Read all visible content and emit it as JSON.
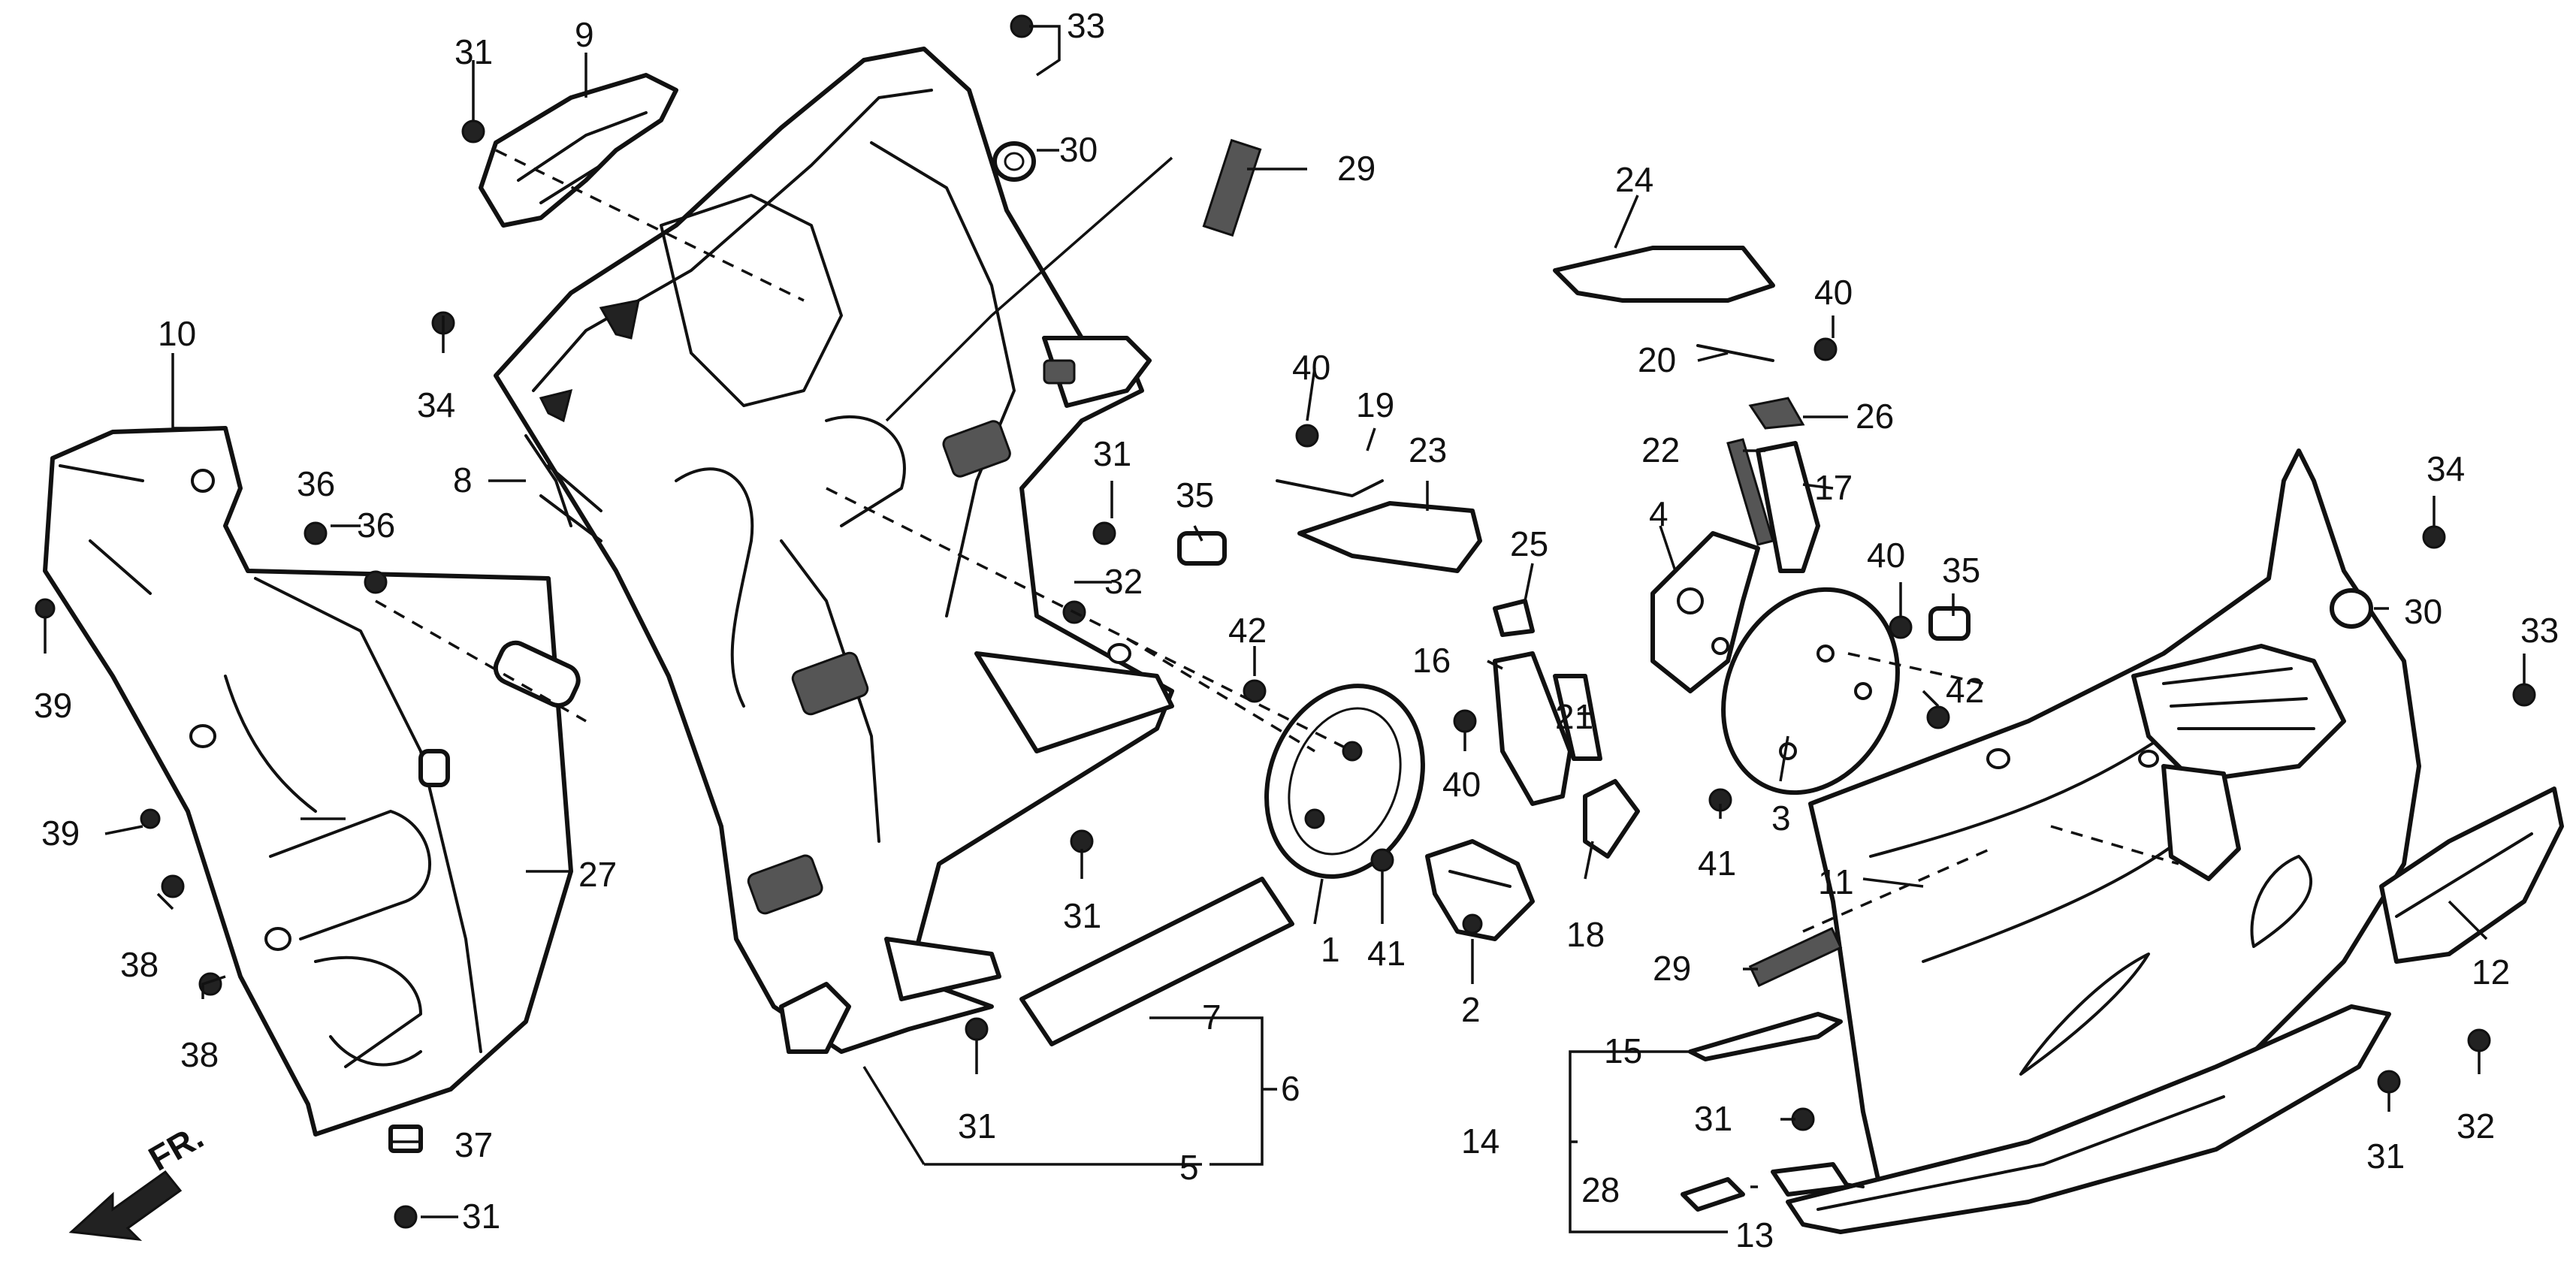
{
  "labels": {
    "l1": "1",
    "l2": "2",
    "l3": "3",
    "l4": "4",
    "l5": "5",
    "l6": "6",
    "l7": "7",
    "l8": "8",
    "l9": "9",
    "l10": "10",
    "l11": "11",
    "l12": "12",
    "l13": "13",
    "l14": "14",
    "l15": "15",
    "l16": "16",
    "l17": "17",
    "l18": "18",
    "l19": "19",
    "l20": "20",
    "l21": "21",
    "l22": "22",
    "l23": "23",
    "l24": "24",
    "l25": "25",
    "l26": "26",
    "l27": "27",
    "l28": "28",
    "l29a": "29",
    "l29b": "29",
    "l30a": "30",
    "l30b": "30",
    "l31a": "31",
    "l31b": "31",
    "l31c": "31",
    "l31d": "31",
    "l31e": "31",
    "l31f": "31",
    "l31g": "31",
    "l32a": "32",
    "l32b": "32",
    "l33a": "33",
    "l33b": "33",
    "l34a": "34",
    "l34b": "34",
    "l35a": "35",
    "l35b": "35",
    "l36a": "36",
    "l36b": "36",
    "l37": "37",
    "l38a": "38",
    "l38b": "38",
    "l39a": "39",
    "l39b": "39",
    "l40a": "40",
    "l40b": "40",
    "l40c": "40",
    "l40d": "40",
    "l41a": "41",
    "l41b": "41",
    "l42a": "42",
    "l42b": "42"
  },
  "front_arrow": {
    "text": "FR."
  }
}
